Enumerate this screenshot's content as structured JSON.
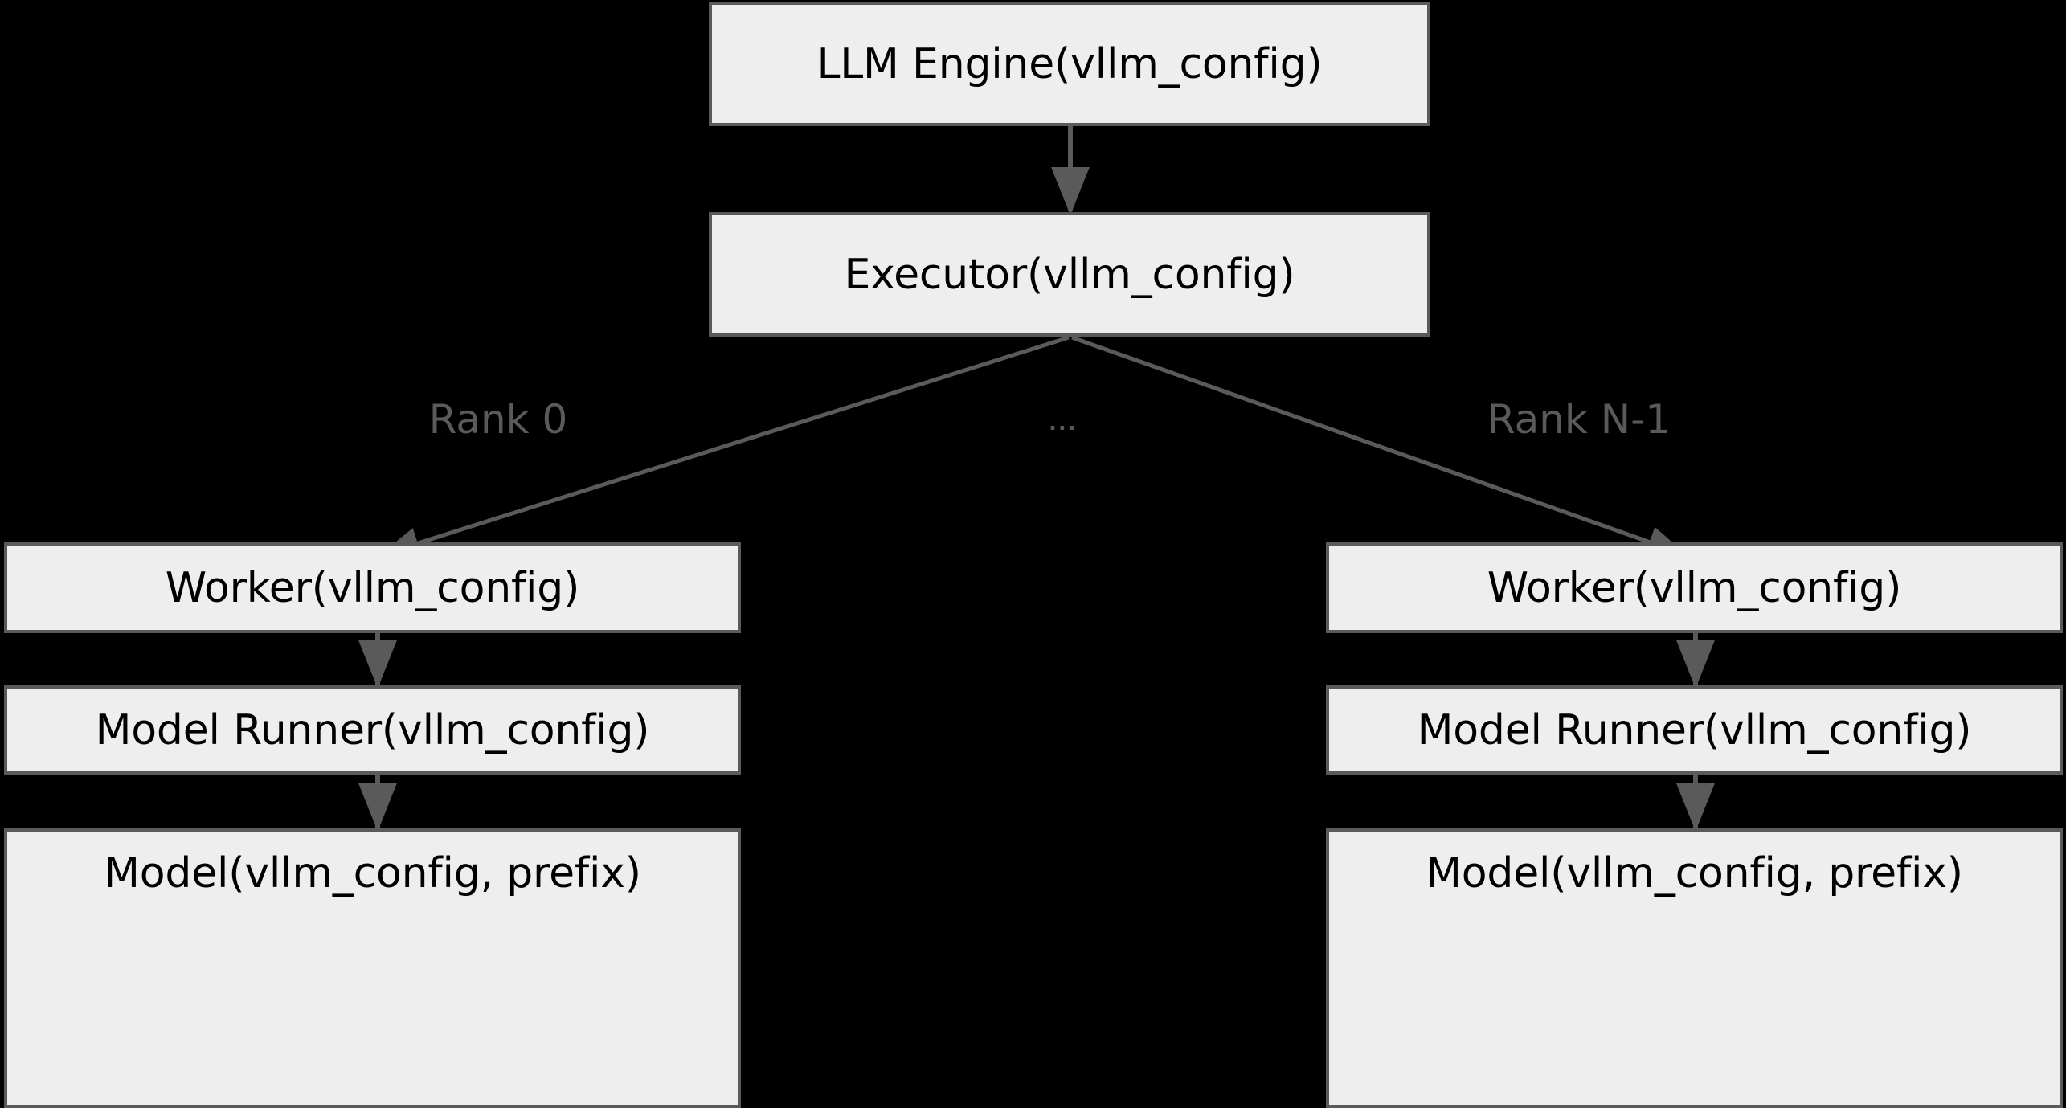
{
  "diagram": {
    "type": "flowchart",
    "background_color": "#000000",
    "node_fill_color": "#eeeeee",
    "node_border_color": "#5a5a5a",
    "node_text_color": "#000000",
    "edge_color": "#5a5a5a",
    "edge_label_color": "#5a5a5a",
    "nodes": [
      {
        "id": "llm-engine",
        "label": "LLM Engine(vllm_config)"
      },
      {
        "id": "executor",
        "label": "Executor(vllm_config)"
      },
      {
        "id": "worker-rank0",
        "label": "Worker(vllm_config)"
      },
      {
        "id": "model-runner-rank0",
        "label": "Model Runner(vllm_config)"
      },
      {
        "id": "model-rank0",
        "label": "Model(vllm_config, prefix)"
      },
      {
        "id": "worker-rankn",
        "label": "Worker(vllm_config)"
      },
      {
        "id": "model-runner-rankn",
        "label": "Model Runner(vllm_config)"
      },
      {
        "id": "model-rankn",
        "label": "Model(vllm_config, prefix)"
      }
    ],
    "edge_labels": {
      "rank_first": "Rank 0",
      "rank_ellipsis": "...",
      "rank_last": "Rank N-1"
    },
    "edges": [
      {
        "from": "llm-engine",
        "to": "executor",
        "label": ""
      },
      {
        "from": "executor",
        "to": "worker-rank0",
        "label": "Rank 0"
      },
      {
        "from": "executor",
        "to": "worker-rankn",
        "label": "Rank N-1"
      },
      {
        "from": "worker-rank0",
        "to": "model-runner-rank0",
        "label": ""
      },
      {
        "from": "model-runner-rank0",
        "to": "model-rank0",
        "label": ""
      },
      {
        "from": "worker-rankn",
        "to": "model-runner-rankn",
        "label": ""
      },
      {
        "from": "model-runner-rankn",
        "to": "model-rankn",
        "label": ""
      }
    ]
  }
}
